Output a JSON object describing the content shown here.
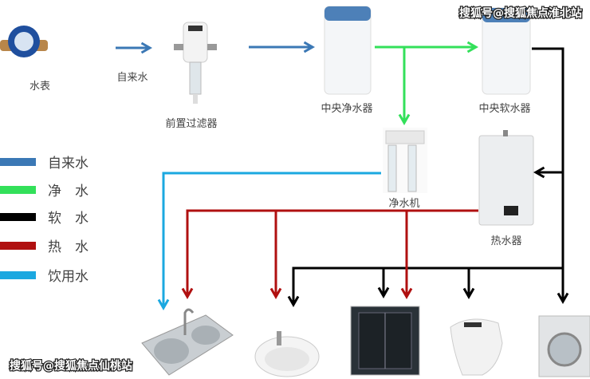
{
  "devices": {
    "meter": "水表",
    "filter": "前置过滤器",
    "central_purifier": "中央净水器",
    "softener": "中央软水器",
    "purifier_machine": "净水机",
    "heater": "热水器"
  },
  "flow_label": "自来水",
  "legend": [
    {
      "label": "自来水",
      "color": "#3b78b5"
    },
    {
      "label": "净　水",
      "color": "#33e05a"
    },
    {
      "label": "软　水",
      "color": "#000000"
    },
    {
      "label": "热　水",
      "color": "#b01010"
    },
    {
      "label": "饮用水",
      "color": "#1ba8e0"
    }
  ],
  "fixtures": [
    "kitchen-sink",
    "wash-basin",
    "shower-room",
    "smart-toilet",
    "washing-machine"
  ],
  "watermarks": {
    "top": "搜狐号@搜狐焦点淮北站",
    "bottom": "搜狐号@搜狐焦点仙桃站"
  }
}
